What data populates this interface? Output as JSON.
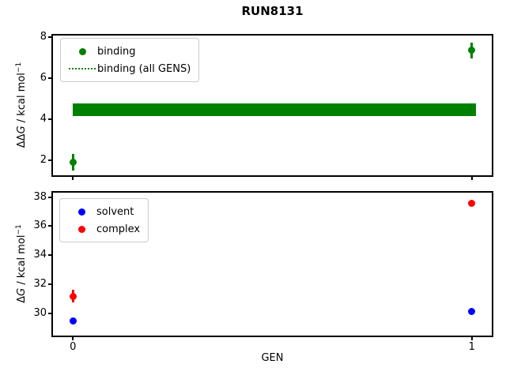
{
  "title": "RUN8131",
  "chart_data": [
    {
      "type": "scatter",
      "ylabel_parts": {
        "delta": "ΔΔ",
        "g": "G",
        "rest": " / kcal mol",
        "sup": "−1"
      },
      "xlim": [
        -0.05,
        1.05
      ],
      "ylim": [
        1.25,
        8.08
      ],
      "yticks": [
        2,
        4,
        6,
        8
      ],
      "xticks": [
        {
          "v": 0,
          "label": ""
        },
        {
          "v": 1,
          "label": ""
        }
      ],
      "series": [
        {
          "name": "binding",
          "color": "#008000",
          "points": [
            [
              0,
              1.9,
              0.4
            ],
            [
              1,
              7.35,
              0.38
            ]
          ]
        }
      ],
      "band": {
        "name": "binding (all GENS)",
        "color": "#008000",
        "x0": 0.0,
        "x1": 1.01,
        "y": 4.45,
        "half": 0.31
      },
      "legend": [
        {
          "label": "binding",
          "swatch": "dot",
          "color": "#008000"
        },
        {
          "label": "binding (all GENS)",
          "swatch": "dotted-line",
          "color": "#008000"
        }
      ],
      "legend_position": "upper left",
      "grid": false
    },
    {
      "type": "scatter",
      "ylabel_parts": {
        "delta": "Δ",
        "g": "G",
        "rest": " / kcal mol",
        "sup": "−1"
      },
      "xlabel": "GEN",
      "xlim": [
        -0.05,
        1.05
      ],
      "ylim": [
        28.5,
        38.3
      ],
      "yticks": [
        30,
        32,
        34,
        36,
        38
      ],
      "xticks": [
        {
          "v": 0,
          "label": "0"
        },
        {
          "v": 1,
          "label": "1"
        }
      ],
      "series": [
        {
          "name": "solvent",
          "color": "#0000ff",
          "points": [
            [
              0,
              29.5,
              0.1
            ],
            [
              1,
              30.15,
              0
            ]
          ]
        },
        {
          "name": "complex",
          "color": "#ff0000",
          "points": [
            [
              0,
              31.2,
              0.42
            ],
            [
              1,
              37.55,
              0.1
            ]
          ]
        }
      ],
      "legend": [
        {
          "label": "solvent",
          "swatch": "dot",
          "color": "#0000ff"
        },
        {
          "label": "complex",
          "swatch": "dot",
          "color": "#ff0000"
        }
      ],
      "legend_position": "upper left",
      "grid": false
    }
  ]
}
